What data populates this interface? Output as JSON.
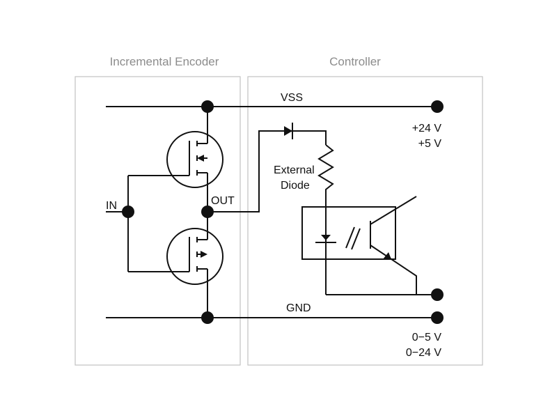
{
  "panels": {
    "encoder_title": "Incremental Encoder",
    "controller_title": "Controller"
  },
  "labels": {
    "vss": "VSS",
    "gnd": "GND",
    "in": "IN",
    "out": "OUT",
    "external": "External",
    "diode": "Diode",
    "v24": "+24 V",
    "v5": "+5 V",
    "r05": "0−5 V",
    "r024": "0−24 V"
  },
  "colors": {
    "wire": "#111111",
    "panel_border": "#c2c2c2",
    "title_text": "#8c8c8c"
  }
}
